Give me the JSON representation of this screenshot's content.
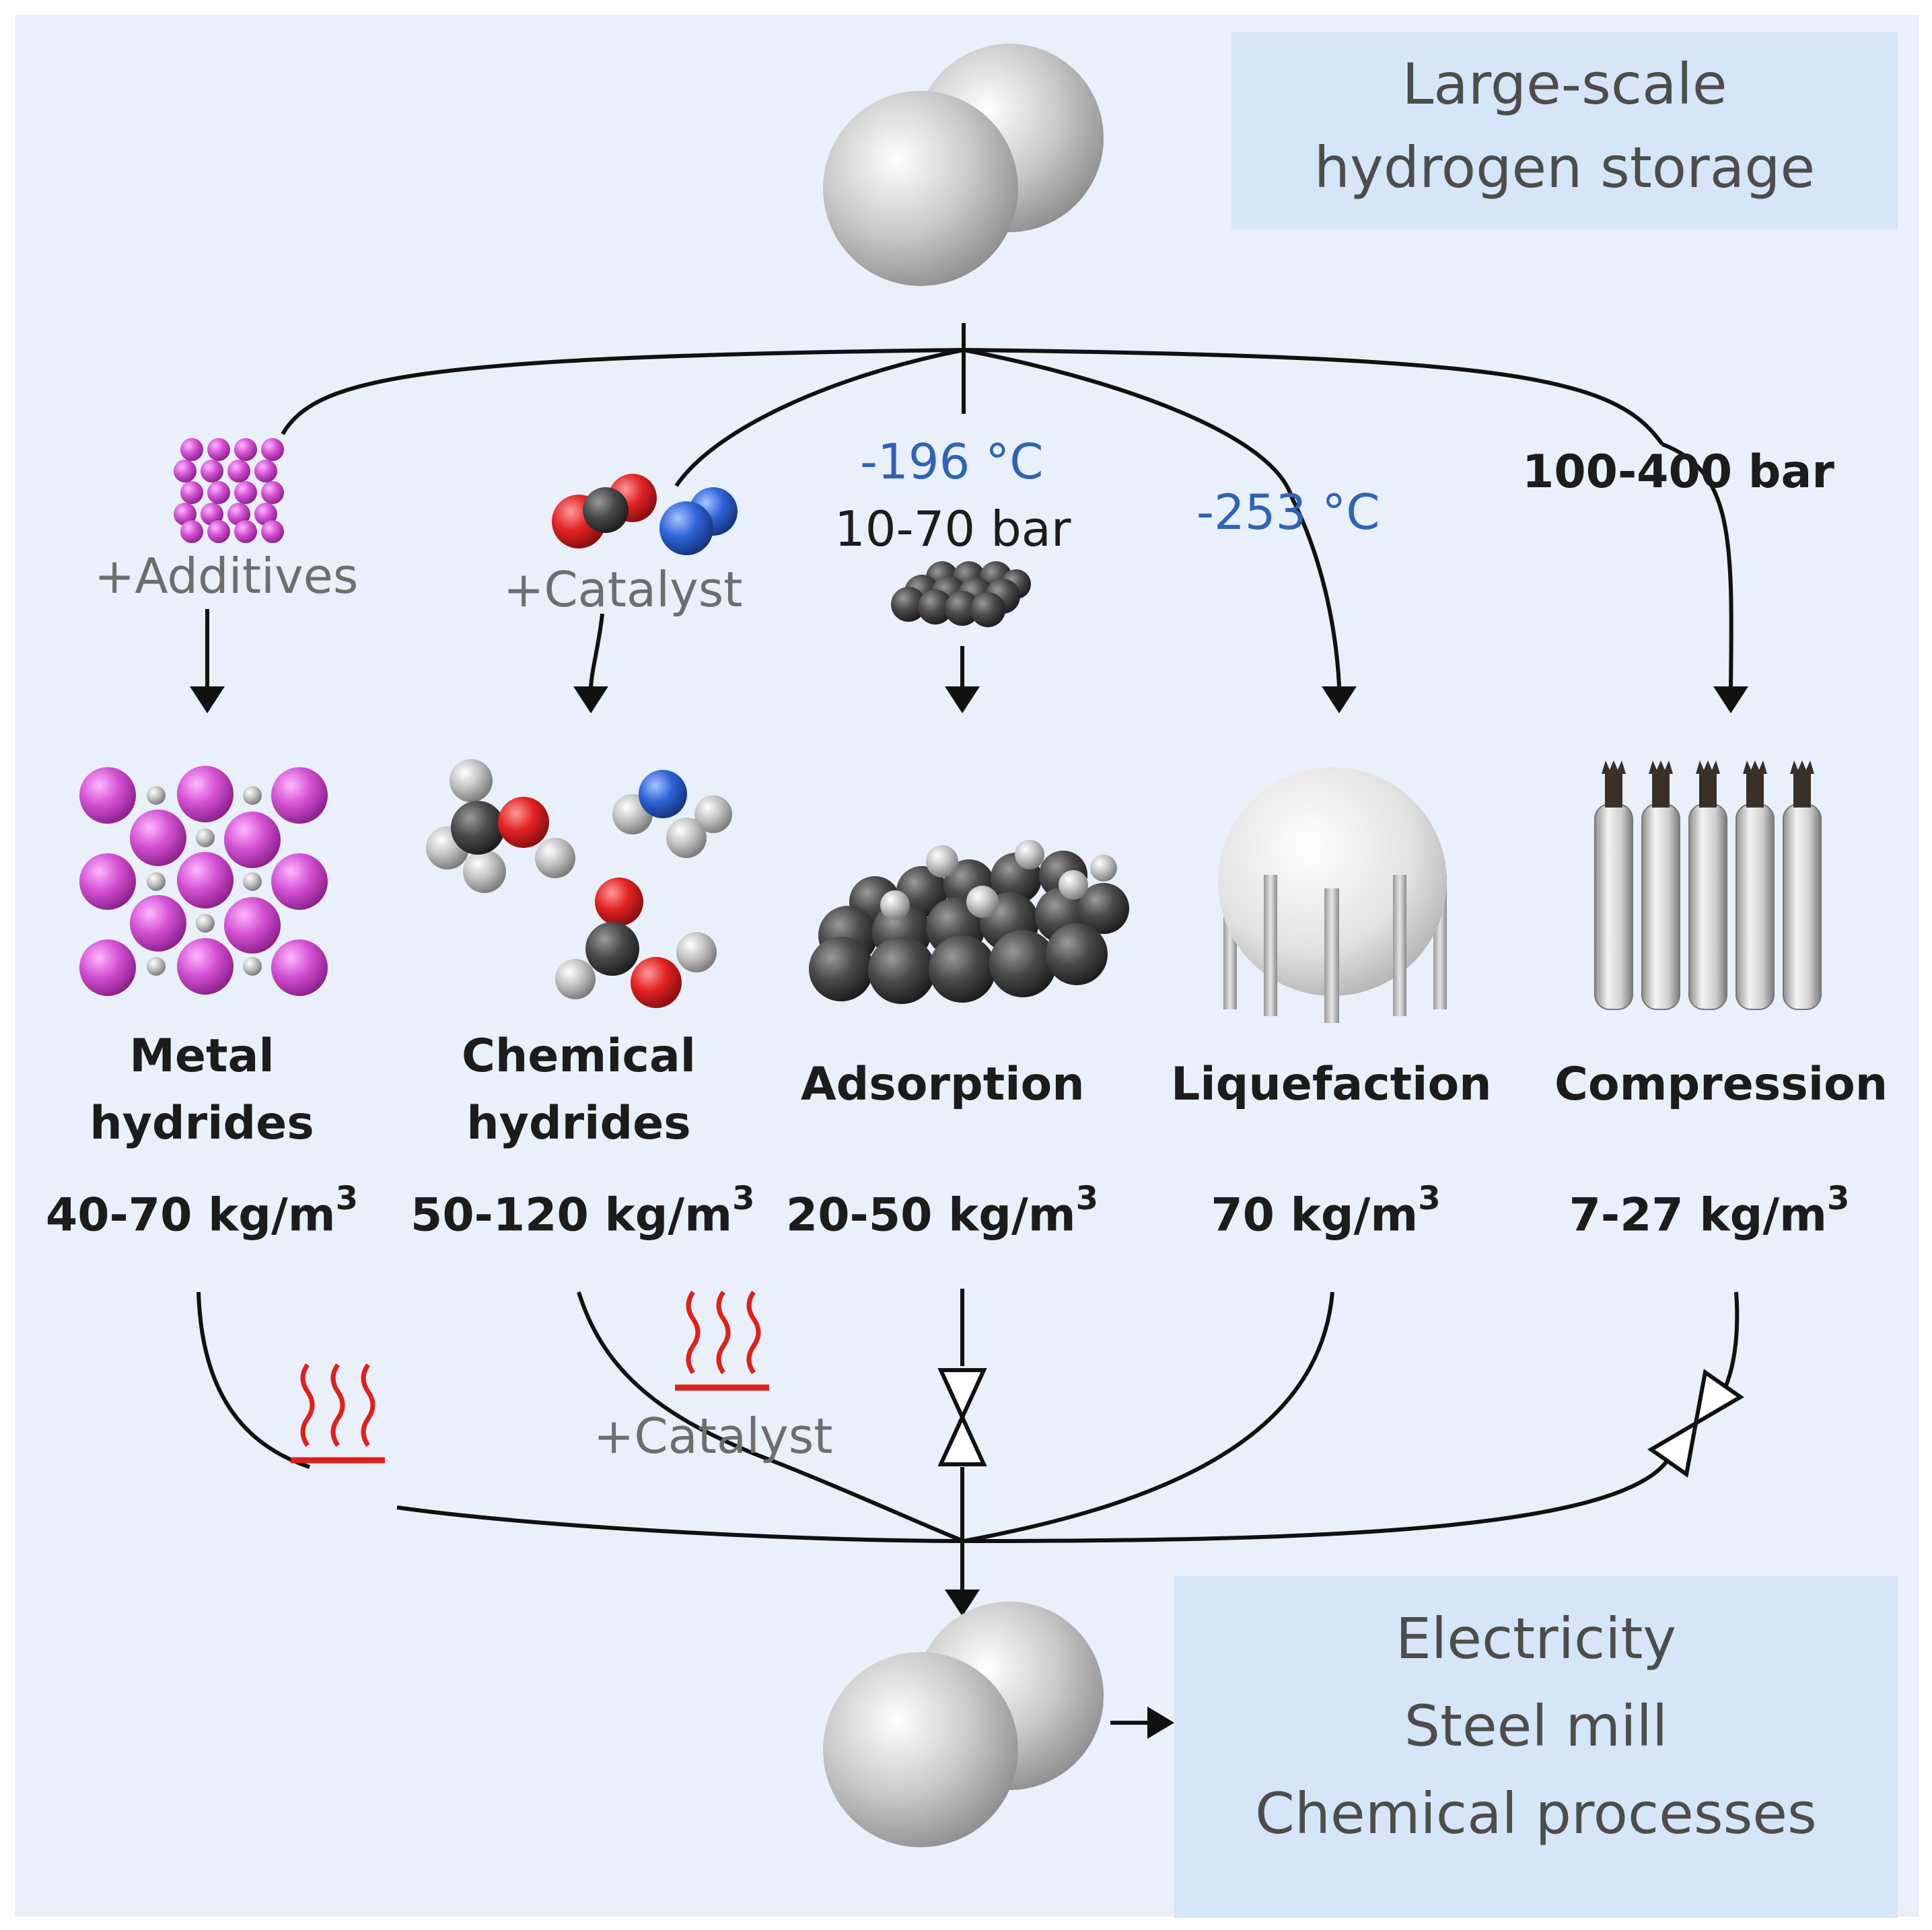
{
  "title_box": {
    "line1": "Large-scale",
    "line2": "hydrogen storage"
  },
  "conditions": {
    "additives": "+Additives",
    "catalyst_top": "+Catalyst",
    "adsorption_temp": "-196 °C",
    "adsorption_pressure": "10-70 bar",
    "liquefaction_temp": "-253 °C",
    "compression_pressure": "100-400 bar",
    "catalyst_bottom": "+Catalyst"
  },
  "methods": [
    {
      "name_line1": "Metal",
      "name_line2": "hydrides",
      "density": "40-70 kg/m",
      "unit_exp": "3"
    },
    {
      "name_line1": "Chemical",
      "name_line2": "hydrides",
      "density": "50-120 kg/m",
      "unit_exp": "3"
    },
    {
      "name_line1": "Adsorption",
      "name_line2": "",
      "density": "20-50 kg/m",
      "unit_exp": "3"
    },
    {
      "name_line1": "Liquefaction",
      "name_line2": "",
      "density": "70 kg/m",
      "unit_exp": "3"
    },
    {
      "name_line1": "Compression",
      "name_line2": "",
      "density": "7-27 kg/m",
      "unit_exp": "3"
    }
  ],
  "uses_box": {
    "line1": "Electricity",
    "line2": "Steel mill",
    "line3": "Chemical processes"
  },
  "colors": {
    "background": "#e9f0fa",
    "box": "#d6e5f7",
    "line": "#111111",
    "heat": "#e0201b",
    "temperature_text": "#2f63b8",
    "metal_atom": "#cc44cc",
    "oxygen": "#e32222",
    "nitrogen": "#2f63d8",
    "carbon": "#4a4a4a",
    "hydrogen_atom": "#c8c8c8"
  },
  "icons": [
    "h2-molecule-icon",
    "metal-lattice-icon",
    "co2-n2-molecules-icon",
    "carbon-sheet-icon",
    "hydride-crystal-icon",
    "chemical-molecules-icon",
    "adsorbent-icon",
    "spherical-tank-icon",
    "gas-cylinders-icon",
    "heat-icon",
    "valve-icon",
    "arrow-icon"
  ]
}
